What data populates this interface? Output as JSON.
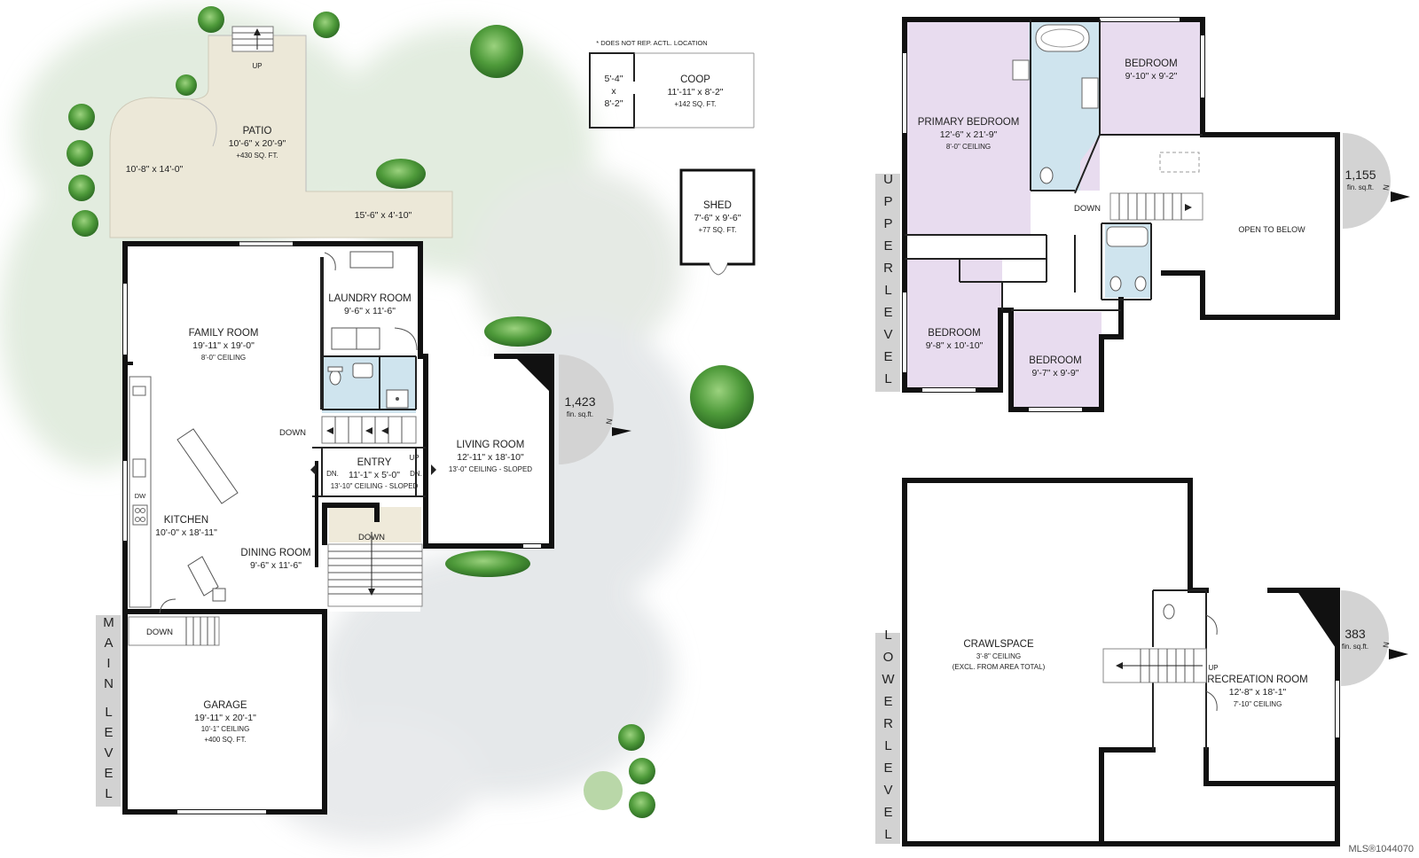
{
  "main_level": {
    "label_word1": "MAIN",
    "label_word2": "LEVEL",
    "area": {
      "value": "1,423",
      "unit": "fin. sq.ft.",
      "compass": "N"
    },
    "note": "* DOES NOT REP. ACTL. LOCATION",
    "rooms": {
      "patio": {
        "name": "PATIO",
        "dim": "10'-6\" x 20'-9\"",
        "sub": "+430 SQ. FT.",
        "dim2": "10'-8\" x 14'-0\"",
        "dim3": "15'-6\" x 4'-10\"",
        "up": "UP"
      },
      "coop": {
        "name": "COOP",
        "dim": "11'-11\" x 8'-2\"",
        "sub": "+142 SQ. FT.",
        "small_a": "5'-4\"",
        "small_x": "x",
        "small_b": "8'-2\""
      },
      "shed": {
        "name": "SHED",
        "dim": "7'-6\" x 9'-6\"",
        "sub": "+77 SQ. FT."
      },
      "family": {
        "name": "FAMILY ROOM",
        "dim": "19'-11\" x 19'-0\"",
        "sub": "8'-0\" CEILING"
      },
      "laundry": {
        "name": "LAUNDRY ROOM",
        "dim": "9'-6\" x 11'-6\""
      },
      "living": {
        "name": "LIVING ROOM",
        "dim": "12'-11\" x 18'-10\"",
        "sub": "13'-0\" CEILING - SLOPED"
      },
      "entry": {
        "name": "ENTRY",
        "dim": "11'-1\" x 5'-0\"",
        "sub": "13'-10\" CEILING - SLOPED",
        "dn_left": "DN.",
        "dn_right": "DN.",
        "up": "UP"
      },
      "kitchen": {
        "name": "KITCHEN",
        "dim": "10'-0\" x 18'-11\"",
        "dw": "DW"
      },
      "dining": {
        "name": "DINING ROOM",
        "dim": "9'-6\" x 11'-6\""
      },
      "garage": {
        "name": "GARAGE",
        "dim": "19'-11\" x 20'-1\"",
        "sub": "10'-1\" CEILING",
        "sub2": "+400 SQ. FT."
      },
      "down_stairs": "DOWN",
      "down_front": "DOWN",
      "down_garage": "DOWN"
    }
  },
  "upper_level": {
    "label_word1": "UPPER",
    "label_word2": "LEVEL",
    "area": {
      "value": "1,155",
      "unit": "fin. sq.ft.",
      "compass": "N"
    },
    "rooms": {
      "primary": {
        "name": "PRIMARY BEDROOM",
        "dim": "12'-6\" x 21'-9\"",
        "sub": "8'-0\" CEILING"
      },
      "bedroom_ne": {
        "name": "BEDROOM",
        "dim": "9'-10\" x 9'-2\""
      },
      "bedroom_sw": {
        "name": "BEDROOM",
        "dim": "9'-8\" x 10'-10\""
      },
      "bedroom_s": {
        "name": "BEDROOM",
        "dim": "9'-7\" x 9'-9\""
      },
      "open_to_below": "OPEN TO BELOW",
      "down": "DOWN"
    }
  },
  "lower_level": {
    "label_word1": "LOWER",
    "label_word2": "LEVEL",
    "area": {
      "value": "383",
      "unit": "fin. sq.ft.",
      "compass": "N"
    },
    "rooms": {
      "crawlspace": {
        "name": "CRAWLSPACE",
        "dim": "3'-8\" CEILING",
        "sub": "(EXCL. FROM AREA TOTAL)"
      },
      "recreation": {
        "name": "RECREATION ROOM",
        "dim": "12'-8\" x 18'-1\"",
        "sub": "7'-10\" CEILING"
      },
      "up": "UP"
    }
  },
  "mls": "MLS®1044070",
  "colors": {
    "bedroom_fill": "#e8dcef",
    "bath_fill": "#cfe4ee",
    "patio_fill": "#ece8d8",
    "wall": "#111111",
    "foliage_light": "#dfeadc",
    "foliage_grey": "#e3e6e8",
    "tree_green": "#4e9a3a",
    "label_bar": "#d2d2d2",
    "area_circle": "#d3d3d3"
  },
  "icons": [
    "tree-icon",
    "compass-arrow-icon",
    "up-arrow-icon",
    "down-arrow-icon",
    "left-arrow-icon",
    "bathtub-icon",
    "toilet-icon",
    "sink-icon",
    "door-swing-icon"
  ]
}
